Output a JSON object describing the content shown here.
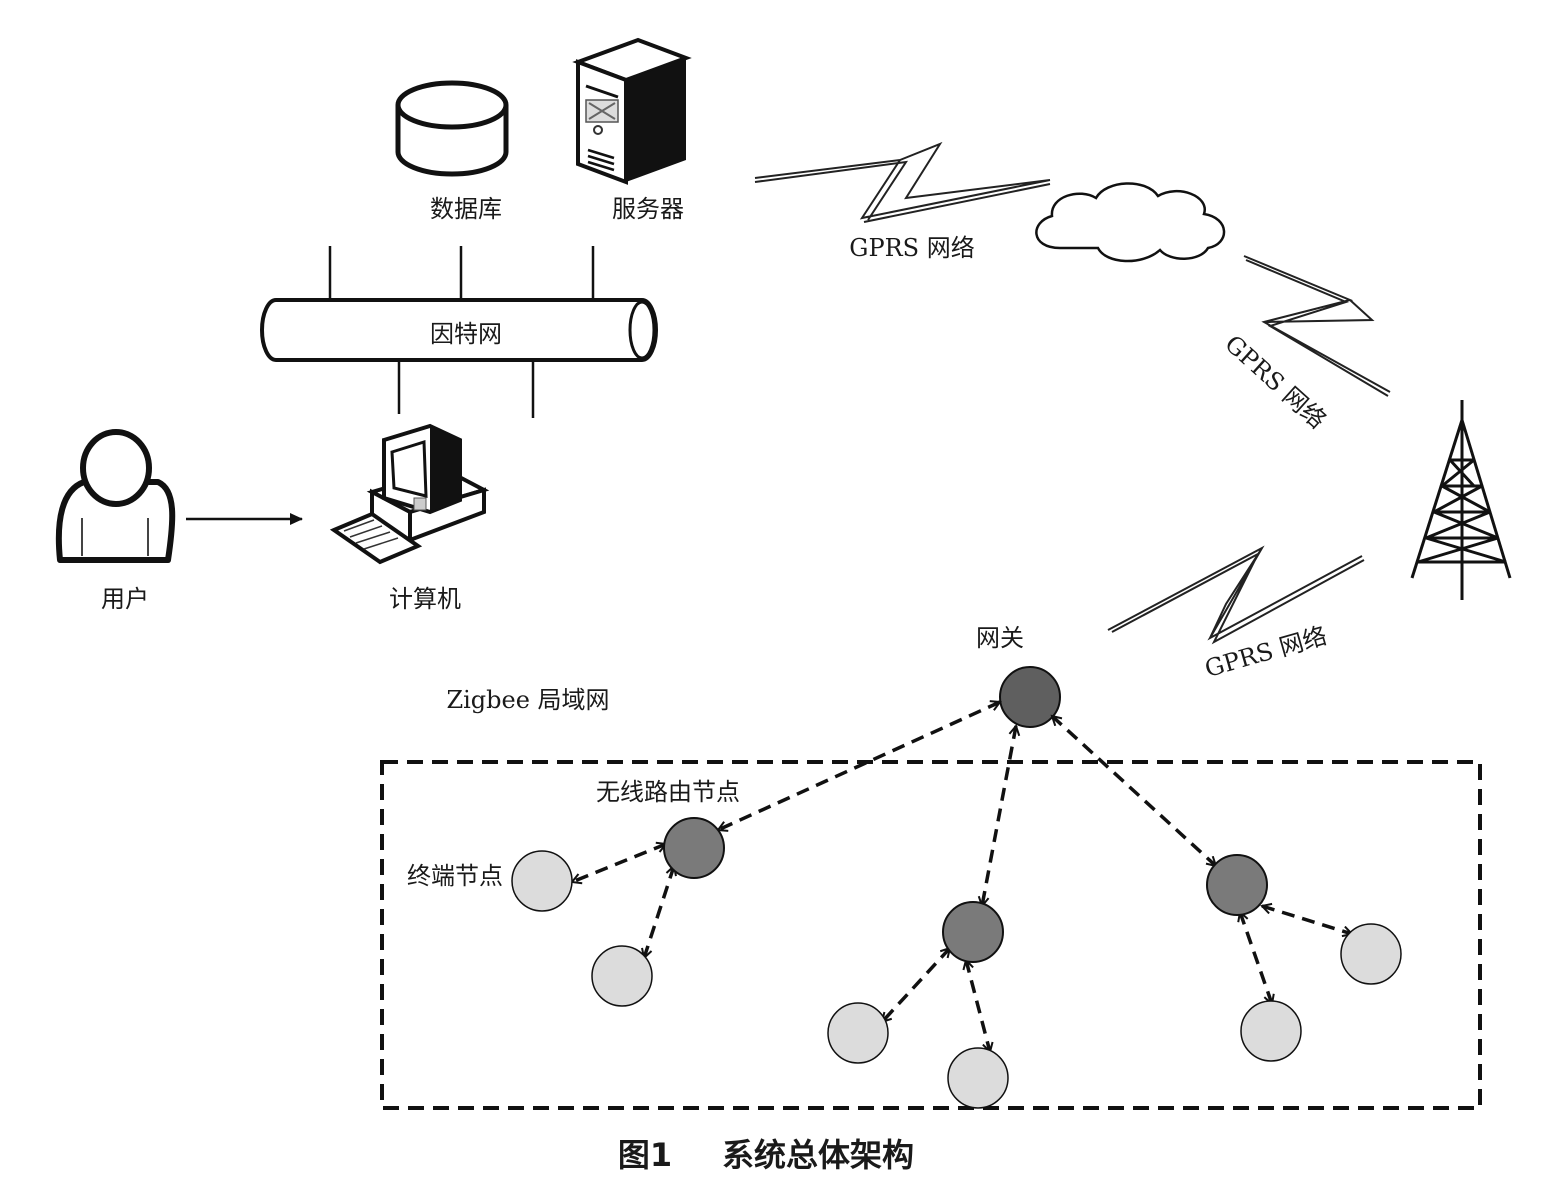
{
  "labels": {
    "database": "数据库",
    "server": "服务器",
    "internet": "因特网",
    "user": "用户",
    "computer": "计算机",
    "gprs_top": "GPRS 网络",
    "gprs_right": "GPRS 网络",
    "gprs_bottom": "GPRS 网络",
    "gateway": "网关",
    "zigbee_lan": "Zigbee 局域网",
    "router_node": "无线路由节点",
    "end_node": "终端节点"
  },
  "caption": {
    "number": "图1",
    "title": "系统总体架构"
  },
  "colors": {
    "router_fill": "#7a7a7a",
    "end_fill": "#dcdcdc",
    "stroke": "#111111"
  }
}
